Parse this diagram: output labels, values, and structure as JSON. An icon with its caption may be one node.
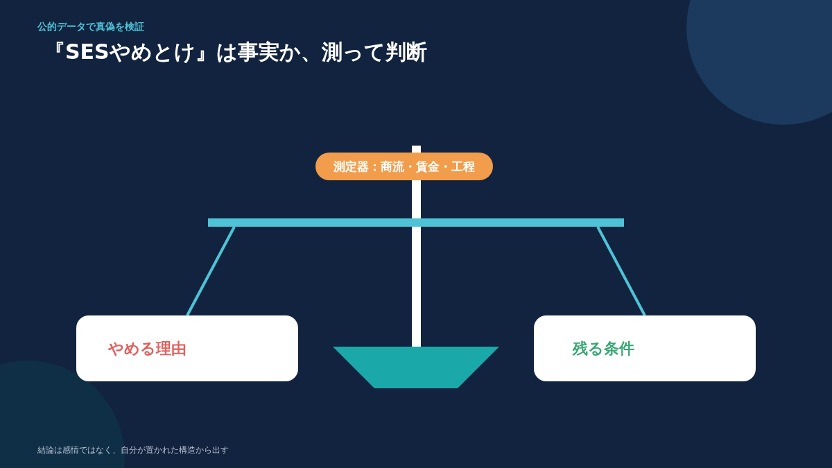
{
  "diagram": {
    "title": "『SESやめとけ』は事実か、測って判断",
    "caption": "結論は感情ではなく、自分が置かれた構造から出す",
    "nodes": [
      {
        "text": [
          "測定器：商流・賃金・工程"
        ]
      },
      {
        "text": [],
        "shape": "bar"
      },
      {
        "text": [
          "やめる理由"
        ]
      },
      {
        "text": [
          "残る条件"
        ]
      }
    ],
    "edges": [
      {
        "from": 1,
        "to": 2,
        "arrow": "none"
      },
      {
        "from": 1,
        "to": 3,
        "arrow": "none"
      }
    ],
    "labels": [
      "公的データで真偽を検証"
    ]
  }
}
